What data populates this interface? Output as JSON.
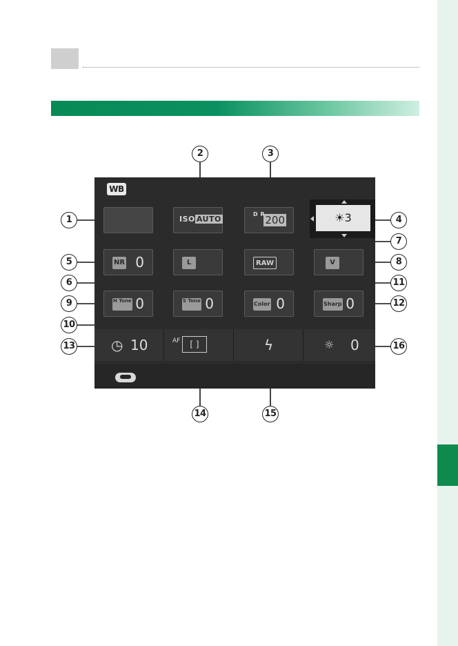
{
  "wb_badge": "WB",
  "rows": {
    "row1": {
      "iso_text": "ISO",
      "iso_boxed": "AUTO",
      "dr_icon": "D R",
      "dr_value": "200",
      "wb_selected_value": "☀3"
    },
    "row2": {
      "nr_icon": "NR",
      "nr_value": "0",
      "size_icon": "L",
      "quality_icon": "RAW",
      "film_icon": "V"
    },
    "row3": {
      "htone_icon": "H Tone",
      "htone_value": "0",
      "stone_icon": "S Tone",
      "stone_value": "0",
      "color_icon": "Color",
      "color_value": "0",
      "sharp_icon": "Sharp",
      "sharp_value": "0"
    },
    "row4": {
      "timer_icon": "timer-icon",
      "timer_value": "10",
      "af_icon": "AF",
      "af_frame": "[ ]",
      "flash_icon": "flash-icon",
      "brightness_icon": "sun-icon",
      "brightness_value": "0"
    }
  },
  "callouts": [
    "1",
    "2",
    "3",
    "4",
    "5",
    "6",
    "7",
    "8",
    "9",
    "10",
    "11",
    "12",
    "13",
    "14",
    "15",
    "16"
  ],
  "colors": {
    "accent_green": "#0f8a4e",
    "screen_bg": "#2b2b2b"
  }
}
